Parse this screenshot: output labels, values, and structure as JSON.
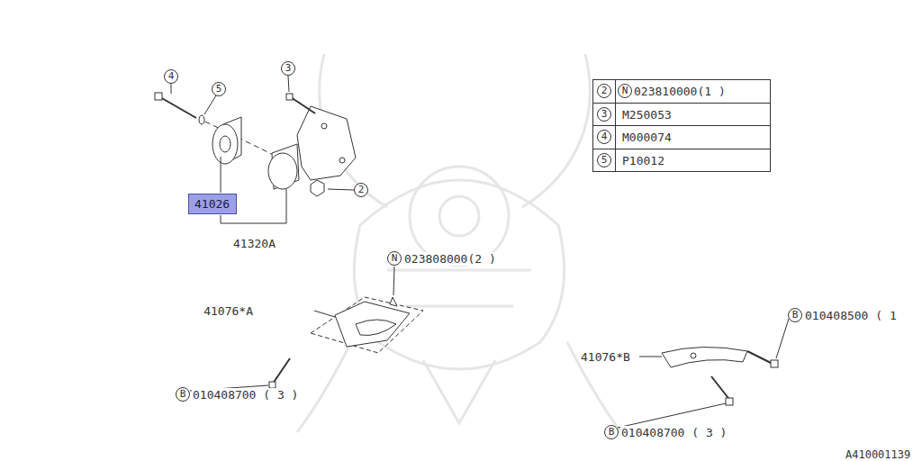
{
  "diagram": {
    "nodes": [
      {
        "text": [
          "41026"
        ]
      }
    ],
    "labels": [
      "4",
      "5",
      "3",
      "2",
      "41320A",
      "2",
      "N",
      "023810000(1 )",
      "3",
      "M250053",
      "4",
      "M000074",
      "5",
      "P10012",
      "N",
      "023808000(2 )",
      "41076*A",
      "B",
      "010408700 ( 3 )",
      "41076*B",
      "B",
      "010408500 ( 1",
      "B",
      "010408700 ( 3 )",
      "A410001139"
    ]
  }
}
